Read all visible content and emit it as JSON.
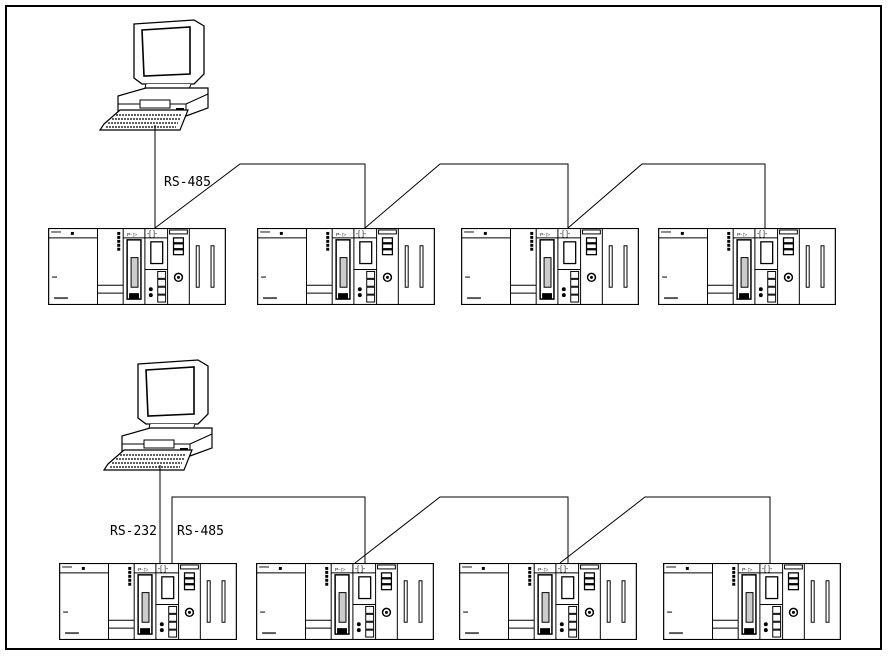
{
  "diagram": {
    "title": "",
    "top_network": {
      "link_label": "RS-485",
      "nodes": [
        "computer",
        "plc-1",
        "plc-2",
        "plc-3",
        "plc-4"
      ]
    },
    "bottom_network": {
      "computer_link_label": "RS-232",
      "plc_link_label": "RS-485",
      "nodes": [
        "computer",
        "plc-1",
        "plc-2",
        "plc-3",
        "plc-4"
      ]
    }
  }
}
